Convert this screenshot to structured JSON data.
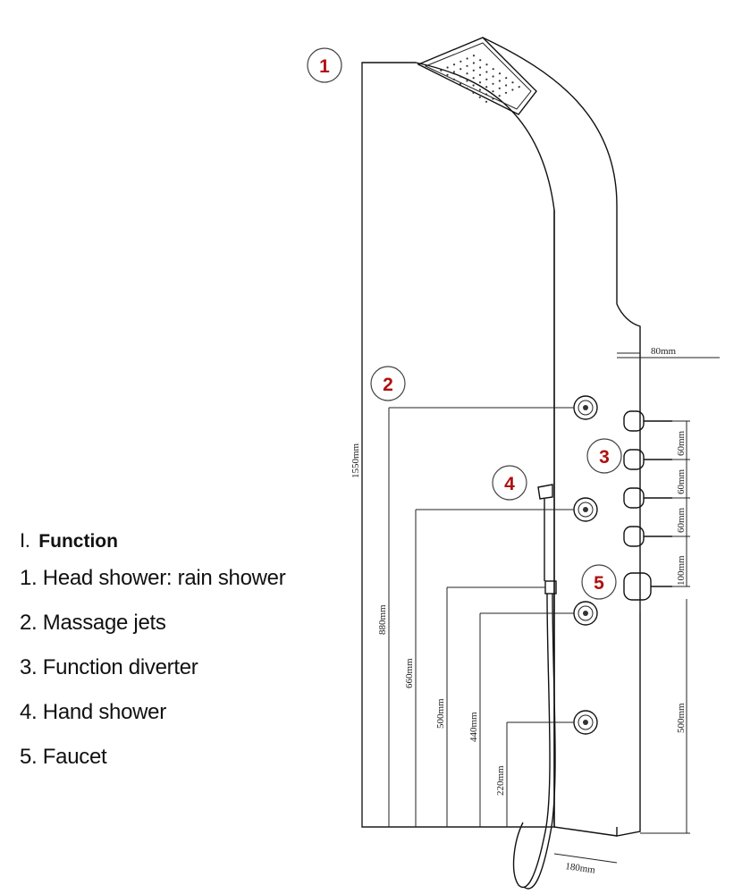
{
  "legend": {
    "section_marker": "Ⅰ.",
    "title": "Function",
    "items": [
      "1. Head shower: rain shower",
      "2. Massage jets",
      "3. Function diverter",
      "4. Hand shower",
      "5. Faucet"
    ]
  },
  "callouts": [
    "1",
    "2",
    "3",
    "4",
    "5"
  ],
  "dimensions": {
    "total_height": "1550mm",
    "jet_top": "880mm",
    "jet_mid": "660mm",
    "hand_holder": "500mm",
    "jet_low": "440mm",
    "jet_bottom": "220mm",
    "depth": "80mm",
    "diverter_spacing_1": "60mm",
    "diverter_spacing_2": "60mm",
    "diverter_spacing_3": "60mm",
    "faucet_spacing": "100mm",
    "faucet_height": "500mm",
    "hose_outlet": "180mm"
  }
}
